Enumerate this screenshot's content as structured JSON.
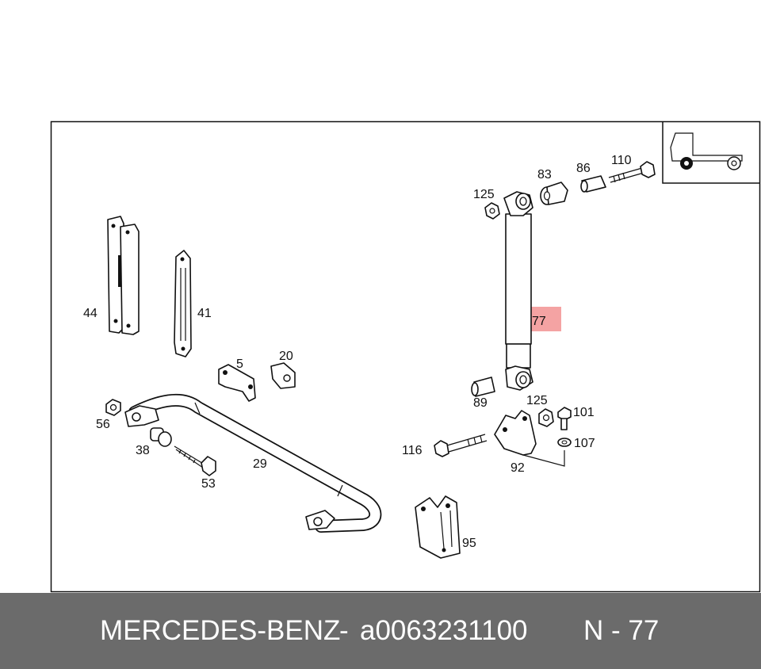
{
  "callouts": {
    "p125a": "125",
    "p83": "83",
    "p86": "86",
    "p110": "110",
    "p44": "44",
    "p41": "41",
    "p77": "77",
    "p5": "5",
    "p20": "20",
    "p89": "89",
    "p125b": "125",
    "p101": "101",
    "p107": "107",
    "p116": "116",
    "p92": "92",
    "p56": "56",
    "p38": "38",
    "p29": "29",
    "p53": "53",
    "p95": "95"
  },
  "highlight": {
    "callout": "77",
    "color": "#f4a3a3"
  },
  "footer": {
    "brand": "MERCEDES-BENZ",
    "separator": "-",
    "part_number": "a0063231100",
    "reference": "N - 77",
    "background": "#6b6b6b"
  }
}
